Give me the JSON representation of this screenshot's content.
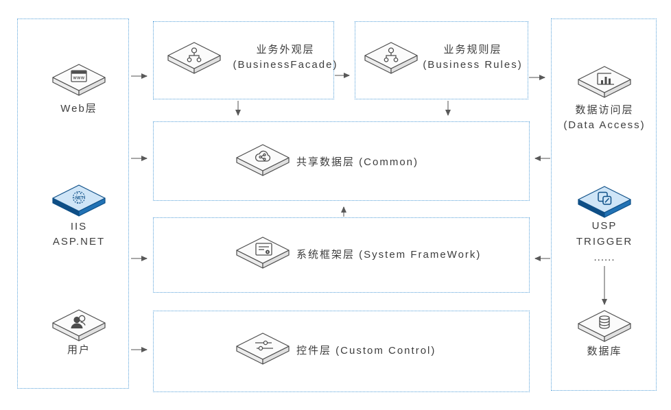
{
  "diagram": {
    "type": "layered-architecture-diagram",
    "nodes": {
      "web": {
        "icon": "browser-window-icon",
        "labels": [
          "Web层"
        ]
      },
      "iis": {
        "icon": "dotnet-globe-icon",
        "labels": [
          "IIS",
          "ASP.NET"
        ]
      },
      "user": {
        "icon": "person-icon",
        "labels": [
          "用户"
        ]
      },
      "facade": {
        "icon": "org-chart-icon",
        "labels": [
          "业务外观层",
          "(BusinessFacade)"
        ]
      },
      "rules": {
        "icon": "org-chart-icon",
        "labels": [
          "业务规则层",
          "(Business Rules)"
        ]
      },
      "common": {
        "icon": "cloud-share-icon",
        "labels": [
          "共享数据层 (Common)"
        ]
      },
      "framework": {
        "icon": "form-card-icon",
        "labels": [
          "系统框架层 (System FrameWork)"
        ]
      },
      "control": {
        "icon": "sliders-icon",
        "labels": [
          "控件层 (Custom Control)"
        ]
      },
      "dataaccess": {
        "icon": "bar-chart-icon",
        "labels": [
          "数据访问层",
          "(Data Access)"
        ]
      },
      "usp": {
        "icon": "script-pages-icon",
        "labels": [
          "USP",
          "TRIGGER",
          "......"
        ]
      },
      "database": {
        "icon": "database-icon",
        "labels": [
          "数据库"
        ]
      }
    },
    "edges": [
      {
        "from": "web-tier-group",
        "to": "business-facade"
      },
      {
        "from": "business-facade",
        "to": "business-rules"
      },
      {
        "from": "business-rules",
        "to": "data-tier-group"
      },
      {
        "from": "business-facade",
        "to": "common"
      },
      {
        "from": "business-rules",
        "to": "common"
      },
      {
        "from": "web-tier-group",
        "to": "common"
      },
      {
        "from": "data-tier-group",
        "to": "common"
      },
      {
        "from": "system-framework",
        "to": "common"
      },
      {
        "from": "web-tier-group",
        "to": "system-framework"
      },
      {
        "from": "data-tier-group",
        "to": "system-framework"
      },
      {
        "from": "web-tier-group",
        "to": "custom-control"
      },
      {
        "from": "usp-trigger",
        "to": "database"
      }
    ],
    "colors": {
      "group_border": "#55a0d9",
      "arrow_shaft": "#a8a8a8",
      "arrow_head": "#595959",
      "icon_outline": "#4d4d4d",
      "icon_top_face": "#fbfbfb",
      "icon_side_left": "#ececec",
      "icon_side_right": "#e0e0e0",
      "blue_icon_face": "#cfe5f7",
      "blue_icon_dark": "#0d4f87",
      "blue_icon_mid": "#2272b4",
      "text": "#3d3d3d"
    }
  }
}
